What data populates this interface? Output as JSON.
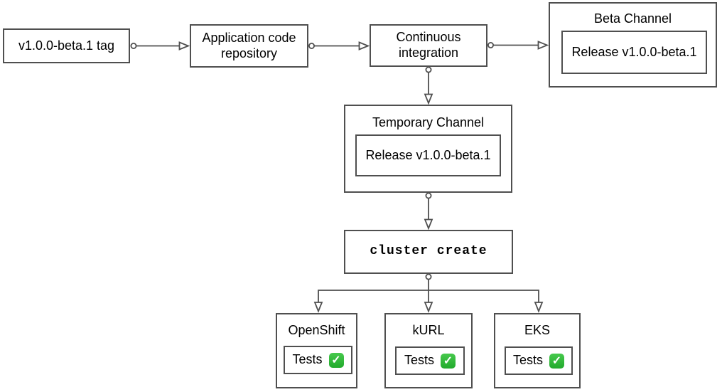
{
  "diagram": {
    "type": "flowchart",
    "nodes": {
      "tag": {
        "label": "v1.0.0-beta.1 tag"
      },
      "repo": {
        "label": "Application code repository"
      },
      "ci": {
        "label": "Continuous integration"
      },
      "beta_channel": {
        "title": "Beta Channel",
        "release_label": "Release v1.0.0-beta.1"
      },
      "temporary_channel": {
        "title": "Temporary Channel",
        "release_label": "Release v1.0.0-beta.1"
      },
      "cluster_create": {
        "label": "cluster create"
      }
    },
    "platforms": [
      {
        "title": "OpenShift",
        "tests_label": "Tests",
        "status_icon": "check-mark"
      },
      {
        "title": "kURL",
        "tests_label": "Tests",
        "status_icon": "check-mark"
      },
      {
        "title": "EKS",
        "tests_label": "Tests",
        "status_icon": "check-mark"
      }
    ],
    "icons": {
      "check": {
        "name": "white-heavy-check-mark-icon",
        "glyph": "✓"
      }
    },
    "colors": {
      "border": "#4f4f4f",
      "connector": "#4f4f4f",
      "text": "#000000",
      "background": "#ffffff",
      "check_green": "#2db52d",
      "check_glyph": "#ffffff"
    }
  }
}
